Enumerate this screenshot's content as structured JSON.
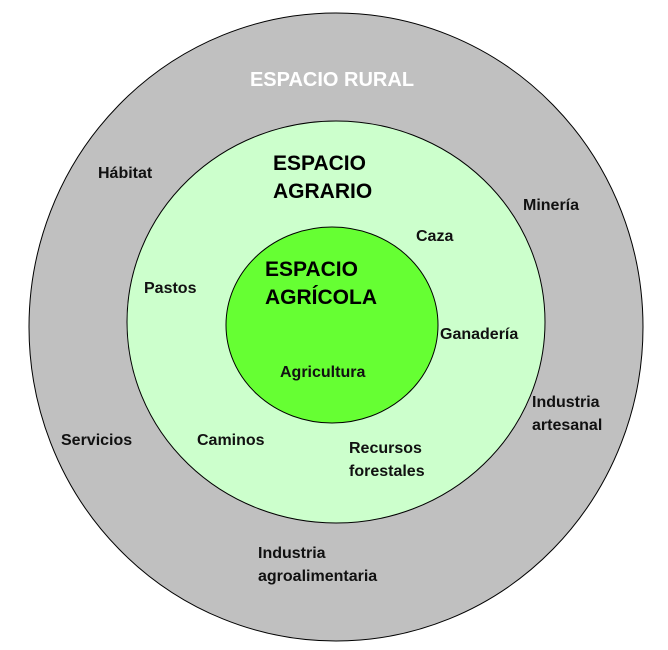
{
  "colors": {
    "rural": "#c0c0c0",
    "agrario": "#ccffcc",
    "agricola": "#66ff33",
    "outline": "#000000",
    "rural_title": "#ffffff"
  },
  "rural": {
    "title": "ESPACIO RURAL",
    "items": [
      "Hábitat",
      "Minería",
      "Industria",
      "artesanal",
      "Servicios",
      "Industria",
      "agroalimentaria"
    ]
  },
  "agrario": {
    "title_1": "ESPACIO",
    "title_2": "AGRARIO",
    "items": [
      "Caza",
      "Pastos",
      "Ganadería",
      "Caminos",
      "Recursos",
      "forestales"
    ]
  },
  "agricola": {
    "title_1": "ESPACIO",
    "title_2": "AGRÍCOLA",
    "items": [
      "Agricultura"
    ]
  }
}
